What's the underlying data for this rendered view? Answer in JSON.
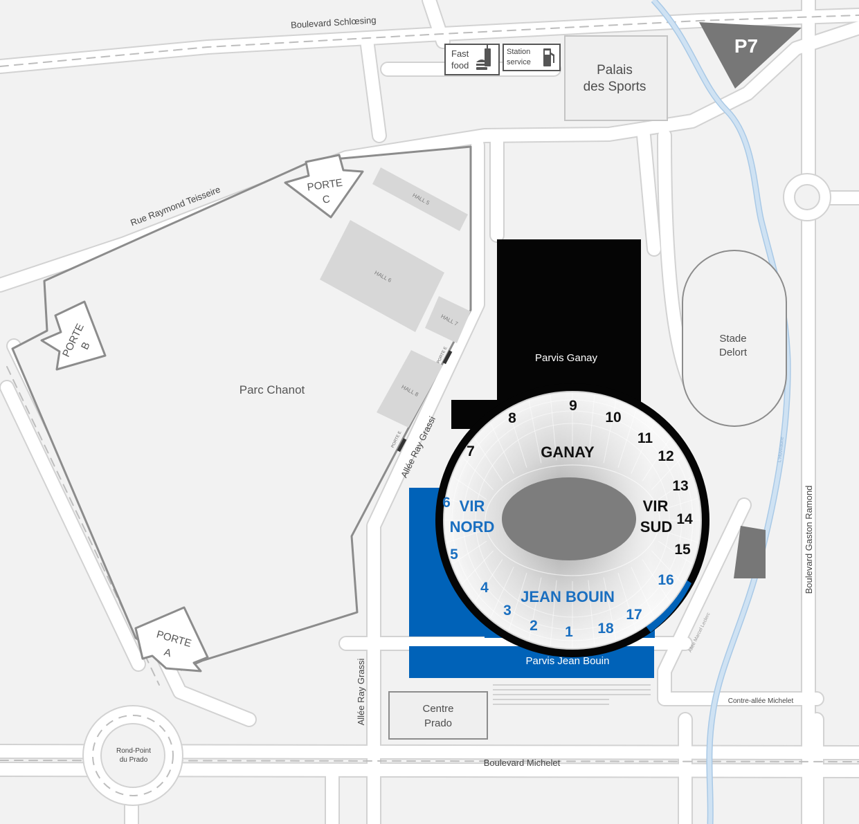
{
  "colors": {
    "background": "#f2f2f2",
    "road": "#ffffff",
    "road_edge": "#cfcfcf",
    "river": "#cfe2f3",
    "river_edge": "#a9c9e6",
    "parking_grey": "#777777",
    "stand_black": "#050505",
    "stand_blue": "#0062b8",
    "number_blue": "#1a6fc0",
    "hall_grey": "#d7d7d7",
    "pitch": "#7d7d7d",
    "park_outline": "#8c8c8c"
  },
  "streets": {
    "boulevard_schloesing": "Boulevard Schlœsing",
    "rue_raymond_teisseire": "Rue Raymond Teisseire",
    "allee_ray_grassi_upper": "Allée Ray Grassi",
    "allee_ray_grassi_lower": "Allée Ray Grassi",
    "boulevard_michelet": "Boulevard Michelet",
    "boulevard_gaston_ramond": "Boulevard Gaston Ramond",
    "contre_allee_michelet": "Contre-allée Michelet",
    "allee_marcel_leclerc": "Allée Marcel Leclerc",
    "huveaune": "L'Huveaune"
  },
  "places": {
    "palais_line1": "Palais",
    "palais_line2": "des Sports",
    "parc_chanot": "Parc Chanot",
    "stade_line1": "Stade",
    "stade_line2": "Delort",
    "centre_line1": "Centre",
    "centre_line2": "Prado",
    "rond_point_line1": "Rond-Point",
    "rond_point_line2": "du Prado",
    "parvis_ganay": "Parvis Ganay",
    "parvis_jean_bouin": "Parvis Jean Bouin"
  },
  "parking": {
    "label": "P7"
  },
  "services": {
    "fast_food_line1": "Fast",
    "fast_food_line2": "food",
    "station_line1": "Station",
    "station_line2": "service",
    "fast_food_icon": "burger-drink-icon",
    "station_icon": "fuel-pump-icon"
  },
  "gates": {
    "porte_a_line1": "PORTE",
    "porte_a_line2": "A",
    "porte_b_line1": "PORTE",
    "porte_b_line2": "B",
    "porte_c_line1": "PORTE",
    "porte_c_line2": "C",
    "porte_e_upper": "PORTE E",
    "porte_e_lower": "PORTE E"
  },
  "halls": {
    "hall5": "HALL 5",
    "hall6": "HALL 6",
    "hall7": "HALL 7",
    "hall8": "HALL 8"
  },
  "stadium": {
    "ganay": "GANAY",
    "vir_nord_line1": "VIR",
    "vir_nord_line2": "NORD",
    "vir_sud_line1": "VIR",
    "vir_sud_line2": "SUD",
    "jean_bouin": "JEAN BOUIN",
    "sections": {
      "s1": "1",
      "s2": "2",
      "s3": "3",
      "s4": "4",
      "s5": "5",
      "s6": "6",
      "s7": "7",
      "s8": "8",
      "s9": "9",
      "s10": "10",
      "s11": "11",
      "s12": "12",
      "s13": "13",
      "s14": "14",
      "s15": "15",
      "s16": "16",
      "s17": "17",
      "s18": "18"
    }
  }
}
